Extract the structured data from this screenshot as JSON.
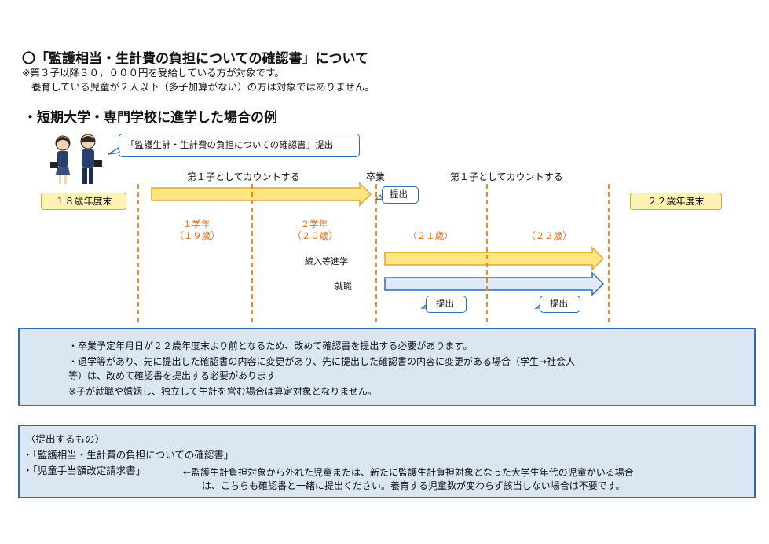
{
  "header": {
    "title": "〇「監護相当・生計費の負担についての確認書」について",
    "note1": "※第３子以降３０，０００円を受給している方が対象です。",
    "note2": "養育している児童が２人以下（多子加算がない）の方は対象ではありません。"
  },
  "section": {
    "title": "・短期大学・専門学校に進学した場合の例"
  },
  "diagram": {
    "speech_top": "「監護生計・生計費の負担についての確認書」提出",
    "start_label": "１８歳年度末",
    "end_label": "２２歳年度末",
    "count_label_1": "第１子としてカウントする",
    "graduate_label": "卒業",
    "count_label_2": "第１子としてカウントする",
    "submit_graduate": "提出",
    "year1_a": "１学年",
    "year1_b": "（１９歳）",
    "year2_a": "２学年",
    "year2_b": "（２０歳）",
    "age21": "（２１歳）",
    "age22": "（２２歳）",
    "transfer_label": "編入等進学",
    "employment_label": "就職",
    "submit_1": "提出",
    "submit_2": "提出"
  },
  "info_box": {
    "line1": "・卒業予定年月日が２２歳年度末より前となるため、改めて確認書を提出する必要があります。",
    "line2": "・退学等があり、先に提出した確認書の内容に変更があり、先に提出した確認書の内容に変更がある場合（学生→社会人",
    "line3": "等）は、改めて確認書を提出する必要があります",
    "line4": "※子が就職や婚姻し、独立して生計を営む場合は算定対象となりません。"
  },
  "submit_box": {
    "heading": "〈提出するもの〉",
    "item1": "・「監護相当・生計費の負担についての確認書」",
    "item2": "・「児童手当額改定請求書」",
    "item2_note1": "←監護生計負担対象から外れた児童または、新たに監護生計負担対象となった大学生年代の児童がいる場合",
    "item2_note2": "は、こちらも確認書と一緒に提出ください。養育する児童数が変わらず該当しない場合は不要です。"
  },
  "colors": {
    "accent_orange": "#f08a2a",
    "box_border": "#2e6db4",
    "box_fill": "#dbe6f3",
    "arrow_fill_yellow": "#ffe680",
    "arrow_fill_blue": "#dfeaf6"
  },
  "icons": [
    "students-illustration",
    "speech-bubble",
    "arrow-right"
  ]
}
